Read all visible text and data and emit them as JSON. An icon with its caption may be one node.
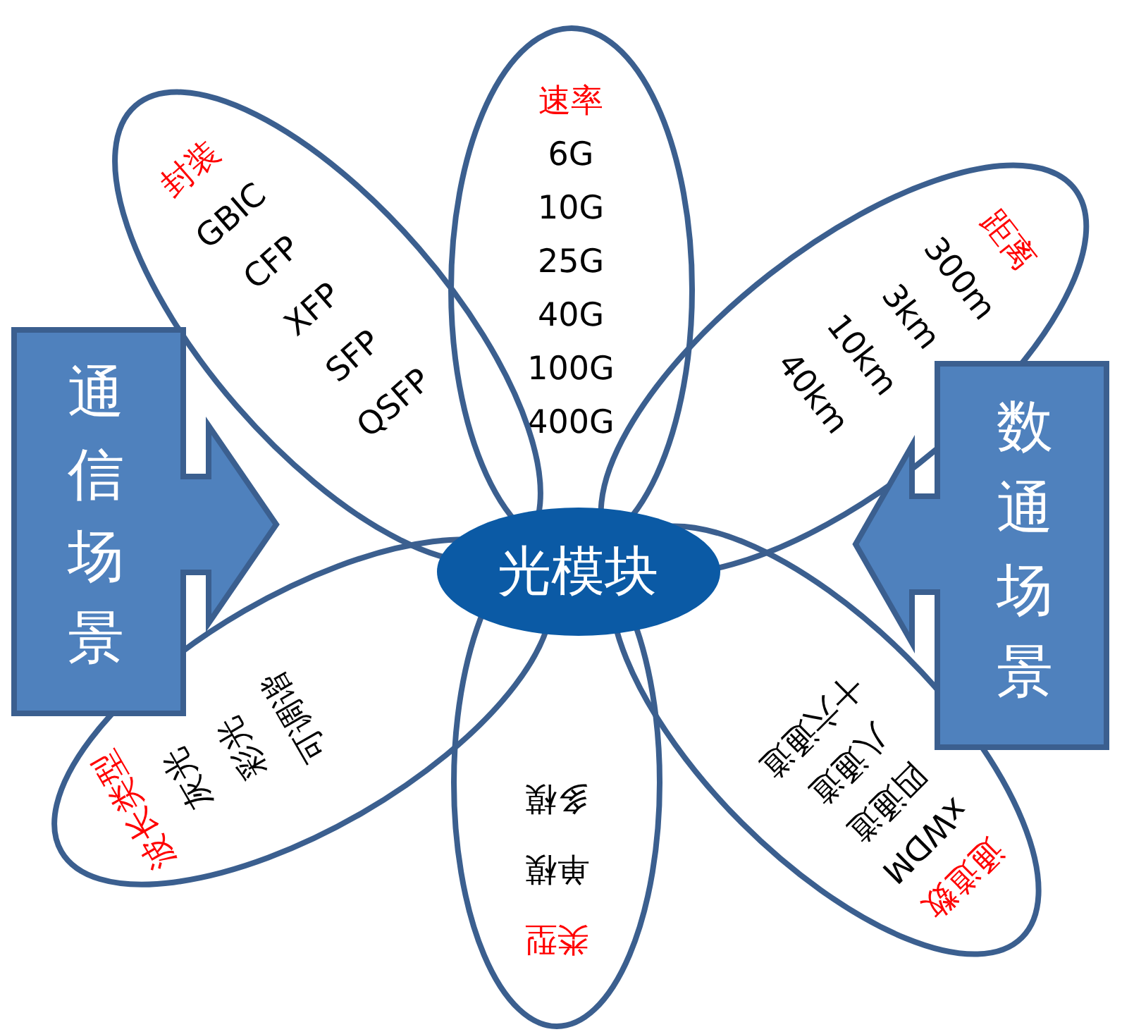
{
  "diagram": {
    "nodes": [
      {
        "text": [
          "速率",
          "6G",
          "10G",
          "25G",
          "40G",
          "100G",
          "400G"
        ]
      },
      {
        "text": [
          "封装",
          "GBIC",
          "CFP",
          "XFP",
          "SFP",
          "QSFP"
        ]
      },
      {
        "text": [
          "距离",
          "300m",
          "3km",
          "10km",
          "40km"
        ]
      },
      {
        "text": [
          "通信场景"
        ]
      },
      {
        "text": [
          "数通场景"
        ]
      },
      {
        "text": [
          "光模块"
        ]
      },
      {
        "text": [
          "波长类型",
          "灰光",
          "彩光",
          "可调谐"
        ]
      },
      {
        "text": [
          "通道数",
          "xWDM",
          "四通道",
          "八通道",
          "十六通道"
        ]
      },
      {
        "text": [
          "类型",
          "单模",
          "多模"
        ]
      }
    ]
  }
}
